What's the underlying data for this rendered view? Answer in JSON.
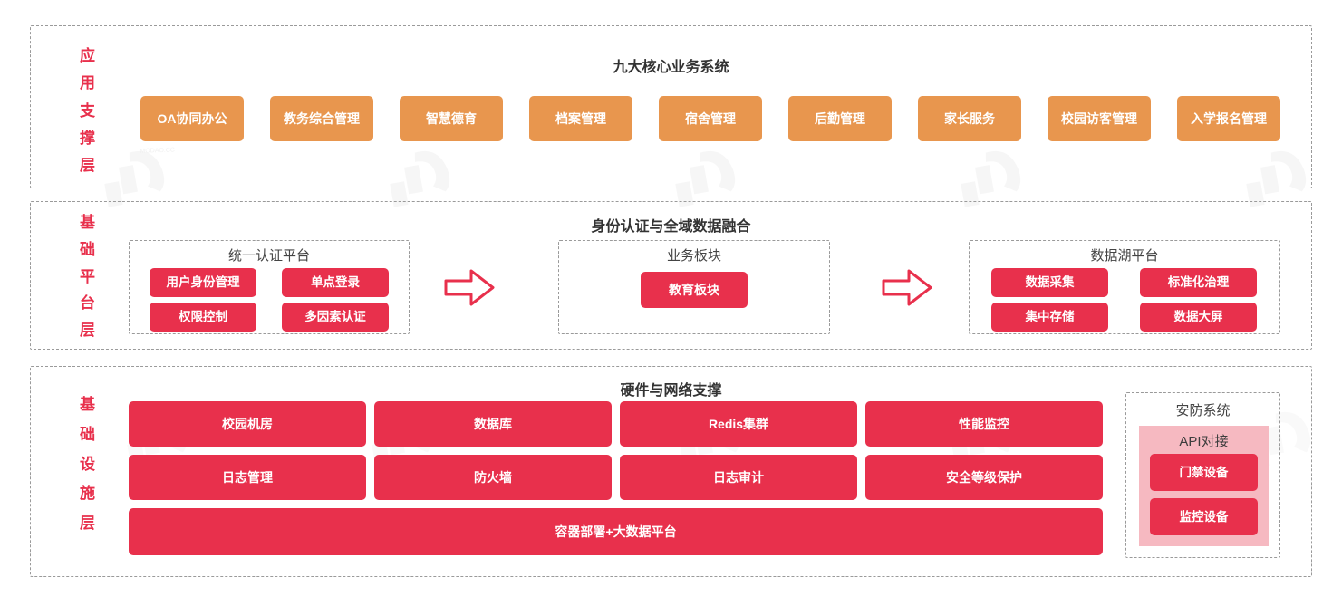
{
  "colors": {
    "orange": "#e8964e",
    "red": "#e8304c",
    "pink": "#f6b9c1",
    "dashed_border": "#9a9a9a",
    "label_text": "#e8304c",
    "title_text": "#333333"
  },
  "layers": [
    {
      "id": "application-support",
      "label_chars": [
        "应",
        "用",
        "支",
        "撑",
        "层"
      ],
      "title": "九大核心业务系统",
      "systems": [
        "OA协同办公",
        "教务综合管理",
        "智慧德育",
        "档案管理",
        "宿舍管理",
        "后勤管理",
        "家长服务",
        "校园访客管理",
        "入学报名管理"
      ]
    },
    {
      "id": "base-platform",
      "label_chars": [
        "基",
        "础",
        "平",
        "台",
        "层"
      ],
      "title": "身份认证与全域数据融合",
      "groups": [
        {
          "id": "unified-auth",
          "title": "统一认证平台",
          "items": [
            "用户身份管理",
            "单点登录",
            "权限控制",
            "多因素认证"
          ]
        },
        {
          "id": "business-sector",
          "title": "业务板块",
          "items": [
            "教育板块"
          ]
        },
        {
          "id": "data-lake",
          "title": "数据湖平台",
          "items": [
            "数据采集",
            "标准化治理",
            "集中存储",
            "数据大屏"
          ]
        }
      ],
      "arrows": [
        "arrow-right-icon",
        "arrow-right-icon"
      ]
    },
    {
      "id": "infrastructure",
      "label_chars": [
        "基",
        "础",
        "设",
        "施",
        "层"
      ],
      "title": "硬件与网络支撑",
      "grid_row1": [
        "校园机房",
        "数据库",
        "Redis集群",
        "性能监控"
      ],
      "grid_row2": [
        "日志管理",
        "防火墙",
        "日志审计",
        "安全等级保护"
      ],
      "full_bar": "容器部署+大数据平台",
      "security": {
        "title": "安防系统",
        "api_title": "API对接",
        "devices": [
          "门禁设备",
          "监控设备"
        ]
      }
    }
  ]
}
